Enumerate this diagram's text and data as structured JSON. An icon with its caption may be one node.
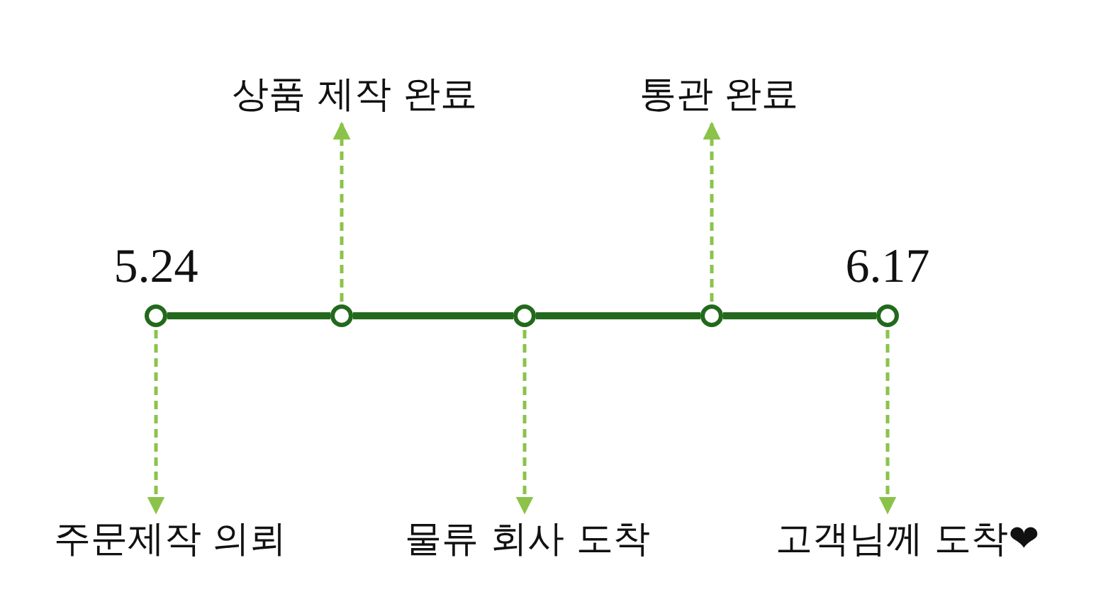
{
  "diagram": {
    "nodes": [
      {
        "text": [],
        "shape": "circle",
        "beside": [
          "5.24"
        ]
      },
      {
        "text": [],
        "shape": "circle"
      },
      {
        "text": [],
        "shape": "circle"
      },
      {
        "text": [],
        "shape": "circle"
      },
      {
        "text": [],
        "shape": "circle",
        "beside": [
          "6.17"
        ]
      },
      {
        "text": [
          "상품 제작 완료"
        ]
      },
      {
        "text": [
          "통관 완료"
        ]
      },
      {
        "text": [
          "주문제작 의뢰"
        ]
      },
      {
        "text": [
          "물류 회사 도착"
        ]
      },
      {
        "text": [
          "고객님께 도착❤"
        ]
      }
    ],
    "edges": [
      {
        "from": 0,
        "to": 1,
        "arrow": "none",
        "style": "thick",
        "color": "#22691c"
      },
      {
        "from": 1,
        "to": 2,
        "arrow": "none",
        "style": "thick",
        "color": "#22691c"
      },
      {
        "from": 2,
        "to": 3,
        "arrow": "none",
        "style": "thick",
        "color": "#22691c"
      },
      {
        "from": 3,
        "to": 4,
        "arrow": "none",
        "style": "thick",
        "color": "#22691c"
      },
      {
        "from": 0,
        "to": 7,
        "arrow": "to",
        "style": "dashed"
      },
      {
        "from": 1,
        "to": 5,
        "arrow": "to",
        "style": "dashed"
      },
      {
        "from": 2,
        "to": 8,
        "arrow": "to",
        "style": "dashed"
      },
      {
        "from": 3,
        "to": 6,
        "arrow": "to",
        "style": "dashed"
      },
      {
        "from": 4,
        "to": 9,
        "arrow": "to",
        "style": "dashed"
      }
    ]
  }
}
